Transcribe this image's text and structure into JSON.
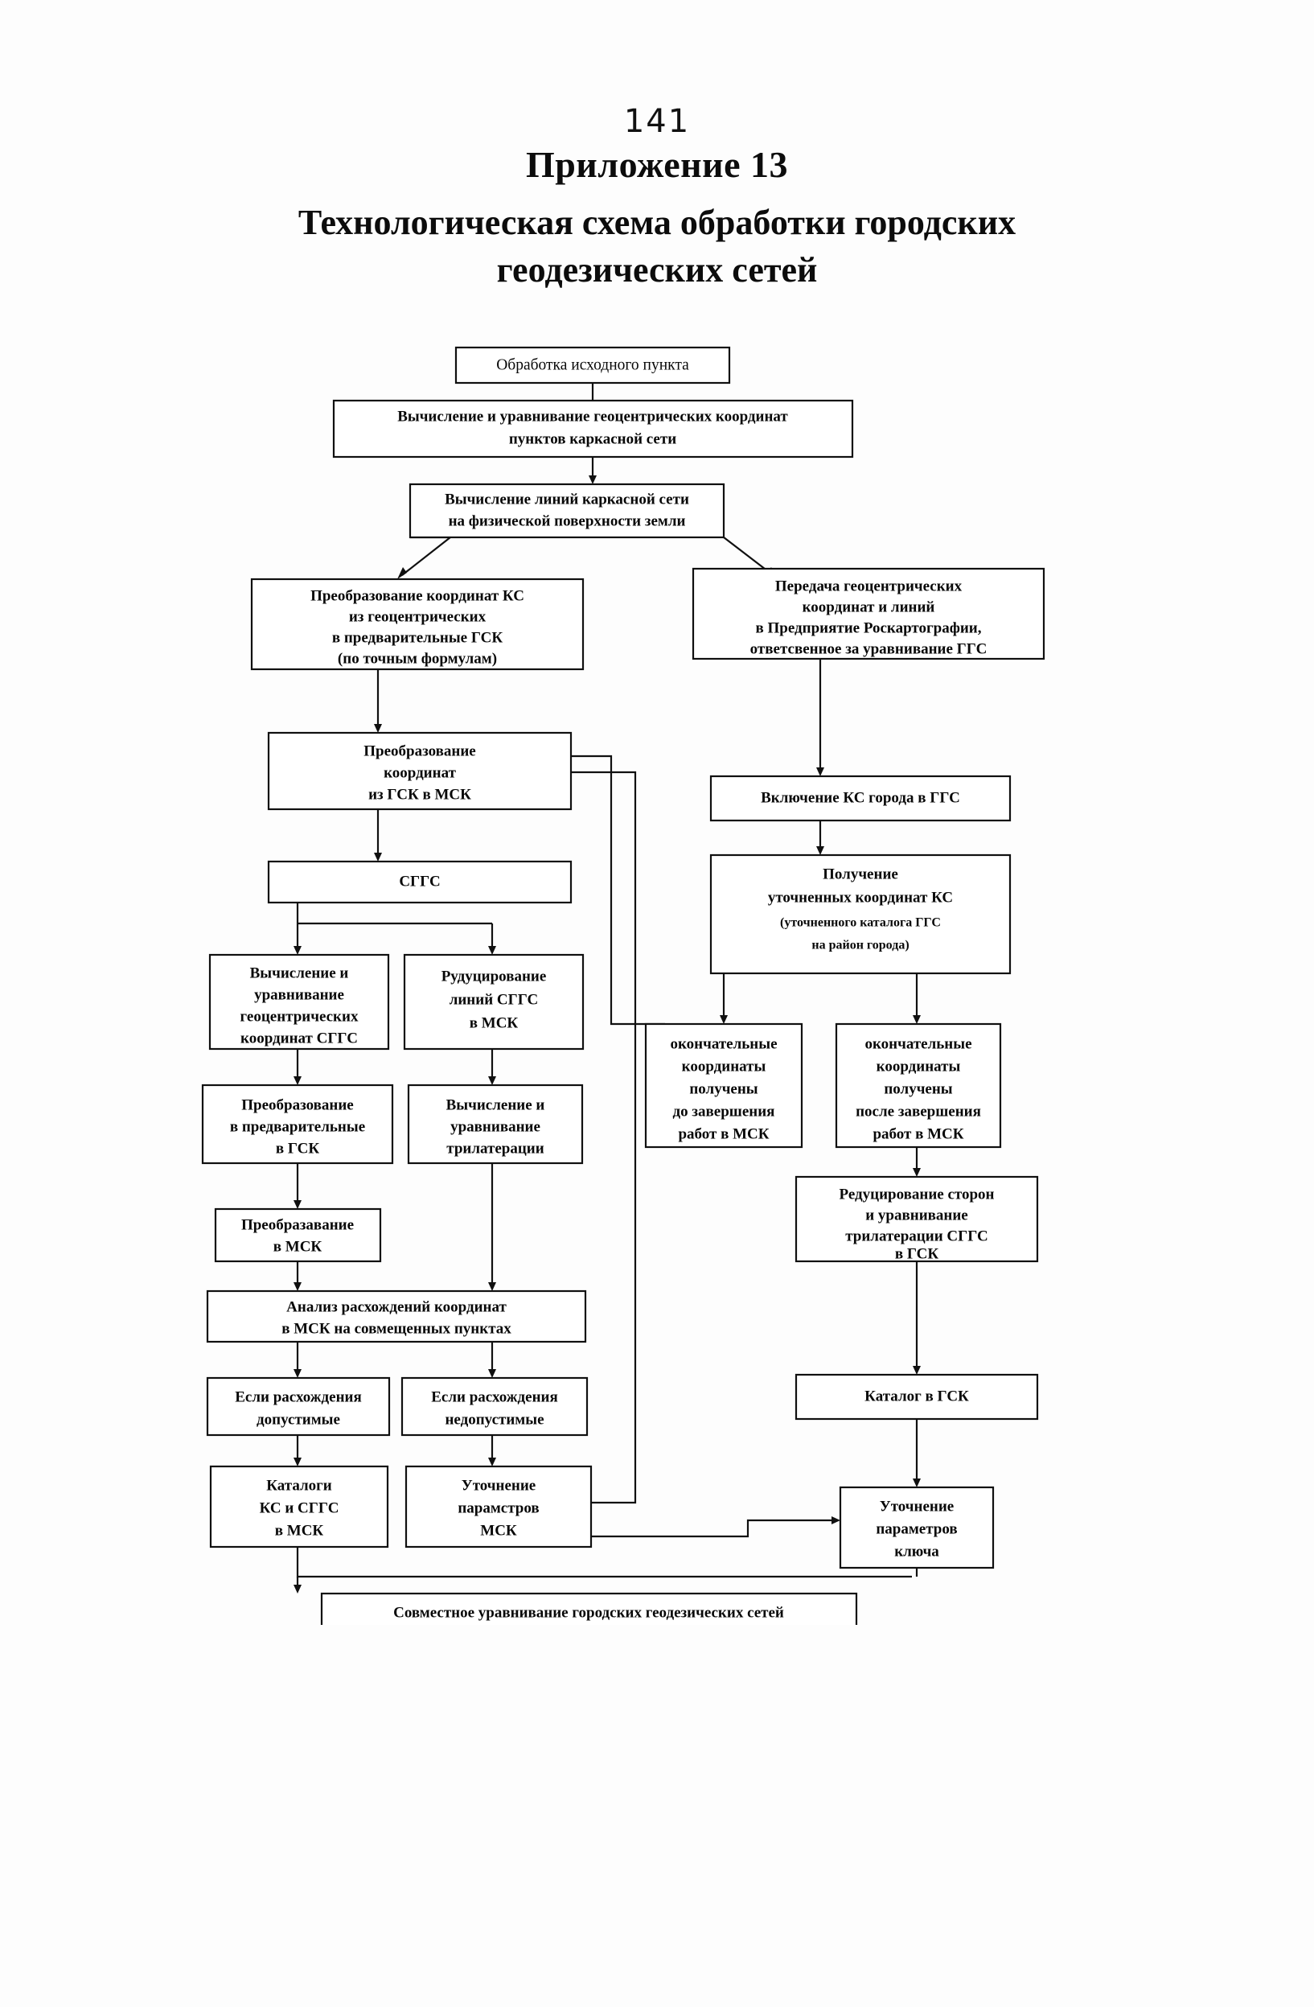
{
  "document": {
    "page_number": "141",
    "appendix_title": "Приложение 13",
    "heading_line_1": "Технологическая схема обработки городских",
    "heading_line_2": "геодезических сетей"
  },
  "colors": {
    "ink": "#101010",
    "paper": "#fdfdfd"
  },
  "chart_data": {
    "type": "diagram",
    "title": "Технологическая схема обработки городских геодезических сетей",
    "nodes": [
      {
        "id": "n1",
        "label": "Обработка исходного пункта",
        "lines": [
          "Обработка исходного пункта"
        ]
      },
      {
        "id": "n2",
        "label": "Вычисление и уравнивание геоцентрических координат пунктов каркасной сети",
        "lines": [
          "Вычисление и уравнивание геоцентрических координат",
          "пунктов каркасной сети"
        ]
      },
      {
        "id": "n3",
        "label": "Вычисление линий каркасной сети на физической поверхности земли",
        "lines": [
          "Вычисление линий каркасной сети",
          "на физической поверхности земли"
        ]
      },
      {
        "id": "n4",
        "label": "Преобразование координат КС из геоцентрических в предварительные ГСК (по точным формулам)",
        "lines": [
          "Преобразование координат КС",
          "из геоцентрических",
          "в предварительные ГСК",
          "(по точным формулам)"
        ]
      },
      {
        "id": "n5",
        "label": "Передача геоцентрических координат и линий в Предприятие Роскартографии, ответсвенное за уравнивание ГГС",
        "lines": [
          "Передача геоцентрических",
          "координат и линий",
          "в Предприятие Роскартографии,",
          "ответсвенное за уравнивание ГГС"
        ]
      },
      {
        "id": "n6",
        "label": "Преобразование координат из ГСК в МСК",
        "lines": [
          "Преобразование",
          "координат",
          "из ГСК в МСК"
        ]
      },
      {
        "id": "n7",
        "label": "Включение КС города в ГГС",
        "lines": [
          "Включение КС города в ГГС"
        ]
      },
      {
        "id": "n8",
        "label": "СГГС",
        "lines": [
          "СГГС"
        ]
      },
      {
        "id": "n9",
        "label": "Получение уточненных координат КС (уточненного каталога ГГС на район города)",
        "lines": [
          "Получение",
          "уточненных координат КС",
          "(уточненного каталога ГГС",
          "на район города)"
        ]
      },
      {
        "id": "n10",
        "label": "Вычисление и уравнивание геоцентрических координат СГГС",
        "lines": [
          "Вычисление и",
          "уравнивание",
          "геоцентрических",
          "координат СГГС"
        ]
      },
      {
        "id": "n11",
        "label": "Рудуцирование линий СГГС в МСК",
        "lines": [
          "Рудуцирование",
          "линий СГГС",
          "в МСК"
        ]
      },
      {
        "id": "n12",
        "label": "окончательные координаты получены до завершения работ в МСК",
        "lines": [
          "окончательные",
          "координаты",
          "получены",
          "до завершения",
          "работ в МСК"
        ]
      },
      {
        "id": "n13",
        "label": "окончательные координаты получены после завершения работ в МСК",
        "lines": [
          "окончательные",
          "координаты",
          "получены",
          "после завершения",
          "работ в МСК"
        ]
      },
      {
        "id": "n14",
        "label": "Преобразование в предварительные в ГСК",
        "lines": [
          "Преобразование",
          "в предварительные",
          "в ГСК"
        ]
      },
      {
        "id": "n15",
        "label": "Вычисление и уравнивание трилатерации",
        "lines": [
          "Вычисление и",
          "уравнивание",
          "трилатерации"
        ]
      },
      {
        "id": "n16",
        "label": "Преобразавание в МСК",
        "lines": [
          "Преобразавание",
          "в МСК"
        ]
      },
      {
        "id": "n17",
        "label": "Редуцирование сторон и уравнивание трилатерации СГГС в ГСК",
        "lines": [
          "Редуцирование сторон",
          "и уравнивание",
          "трилатерации СГГС",
          "в ГСК"
        ]
      },
      {
        "id": "n18",
        "label": "Анализ расхождений координат в МСК на совмещенных пунктах",
        "lines": [
          "Анализ расхождений координат",
          "в МСК на совмещенных пунктах"
        ]
      },
      {
        "id": "n19",
        "label": "Если расхождения допустимые",
        "lines": [
          "Если расхождения",
          "допустимые"
        ]
      },
      {
        "id": "n20",
        "label": "Если расхождения недопустимые",
        "lines": [
          "Если расхождения",
          "недопустимые"
        ]
      },
      {
        "id": "n21",
        "label": "Каталог в ГСК",
        "lines": [
          "Каталог в ГСК"
        ]
      },
      {
        "id": "n22",
        "label": "Каталоги КС и СГГС в МСК",
        "lines": [
          "Каталоги",
          "КС и СГГС",
          "в МСК"
        ]
      },
      {
        "id": "n23",
        "label": "Уточнение парамстров МСК",
        "lines": [
          "Уточнение",
          "парамстров",
          "МСК"
        ]
      },
      {
        "id": "n24",
        "label": "Уточнение параметров ключа",
        "lines": [
          "Уточнение",
          "параметров",
          "ключа"
        ]
      },
      {
        "id": "n25",
        "label": "Совместное уравнивание городских геодезических сетей",
        "lines": [
          "Совместное уравнивание городских геодезических сетей"
        ]
      }
    ],
    "edges": [
      {
        "from": "n1",
        "to": "n2"
      },
      {
        "from": "n2",
        "to": "n3"
      },
      {
        "from": "n3",
        "to": "n4"
      },
      {
        "from": "n3",
        "to": "n5"
      },
      {
        "from": "n4",
        "to": "n6"
      },
      {
        "from": "n5",
        "to": "n7"
      },
      {
        "from": "n6",
        "to": "n8"
      },
      {
        "from": "n7",
        "to": "n9"
      },
      {
        "from": "n8",
        "to": "n10"
      },
      {
        "from": "n8",
        "to": "n11"
      },
      {
        "from": "n9",
        "to": "n12"
      },
      {
        "from": "n9",
        "to": "n13"
      },
      {
        "from": "n10",
        "to": "n14"
      },
      {
        "from": "n11",
        "to": "n15"
      },
      {
        "from": "n14",
        "to": "n16"
      },
      {
        "from": "n13",
        "to": "n17"
      },
      {
        "from": "n16",
        "to": "n18"
      },
      {
        "from": "n15",
        "to": "n18"
      },
      {
        "from": "n18",
        "to": "n19"
      },
      {
        "from": "n18",
        "to": "n20"
      },
      {
        "from": "n17",
        "to": "n21"
      },
      {
        "from": "n19",
        "to": "n22"
      },
      {
        "from": "n20",
        "to": "n23"
      },
      {
        "from": "n21",
        "to": "n24"
      },
      {
        "from": "n23",
        "to": "n6"
      },
      {
        "from": "n12",
        "to": "n6"
      },
      {
        "from": "n23",
        "to": "n24"
      },
      {
        "from": "n22",
        "to": "n25"
      },
      {
        "from": "n24",
        "to": "n25"
      }
    ]
  }
}
